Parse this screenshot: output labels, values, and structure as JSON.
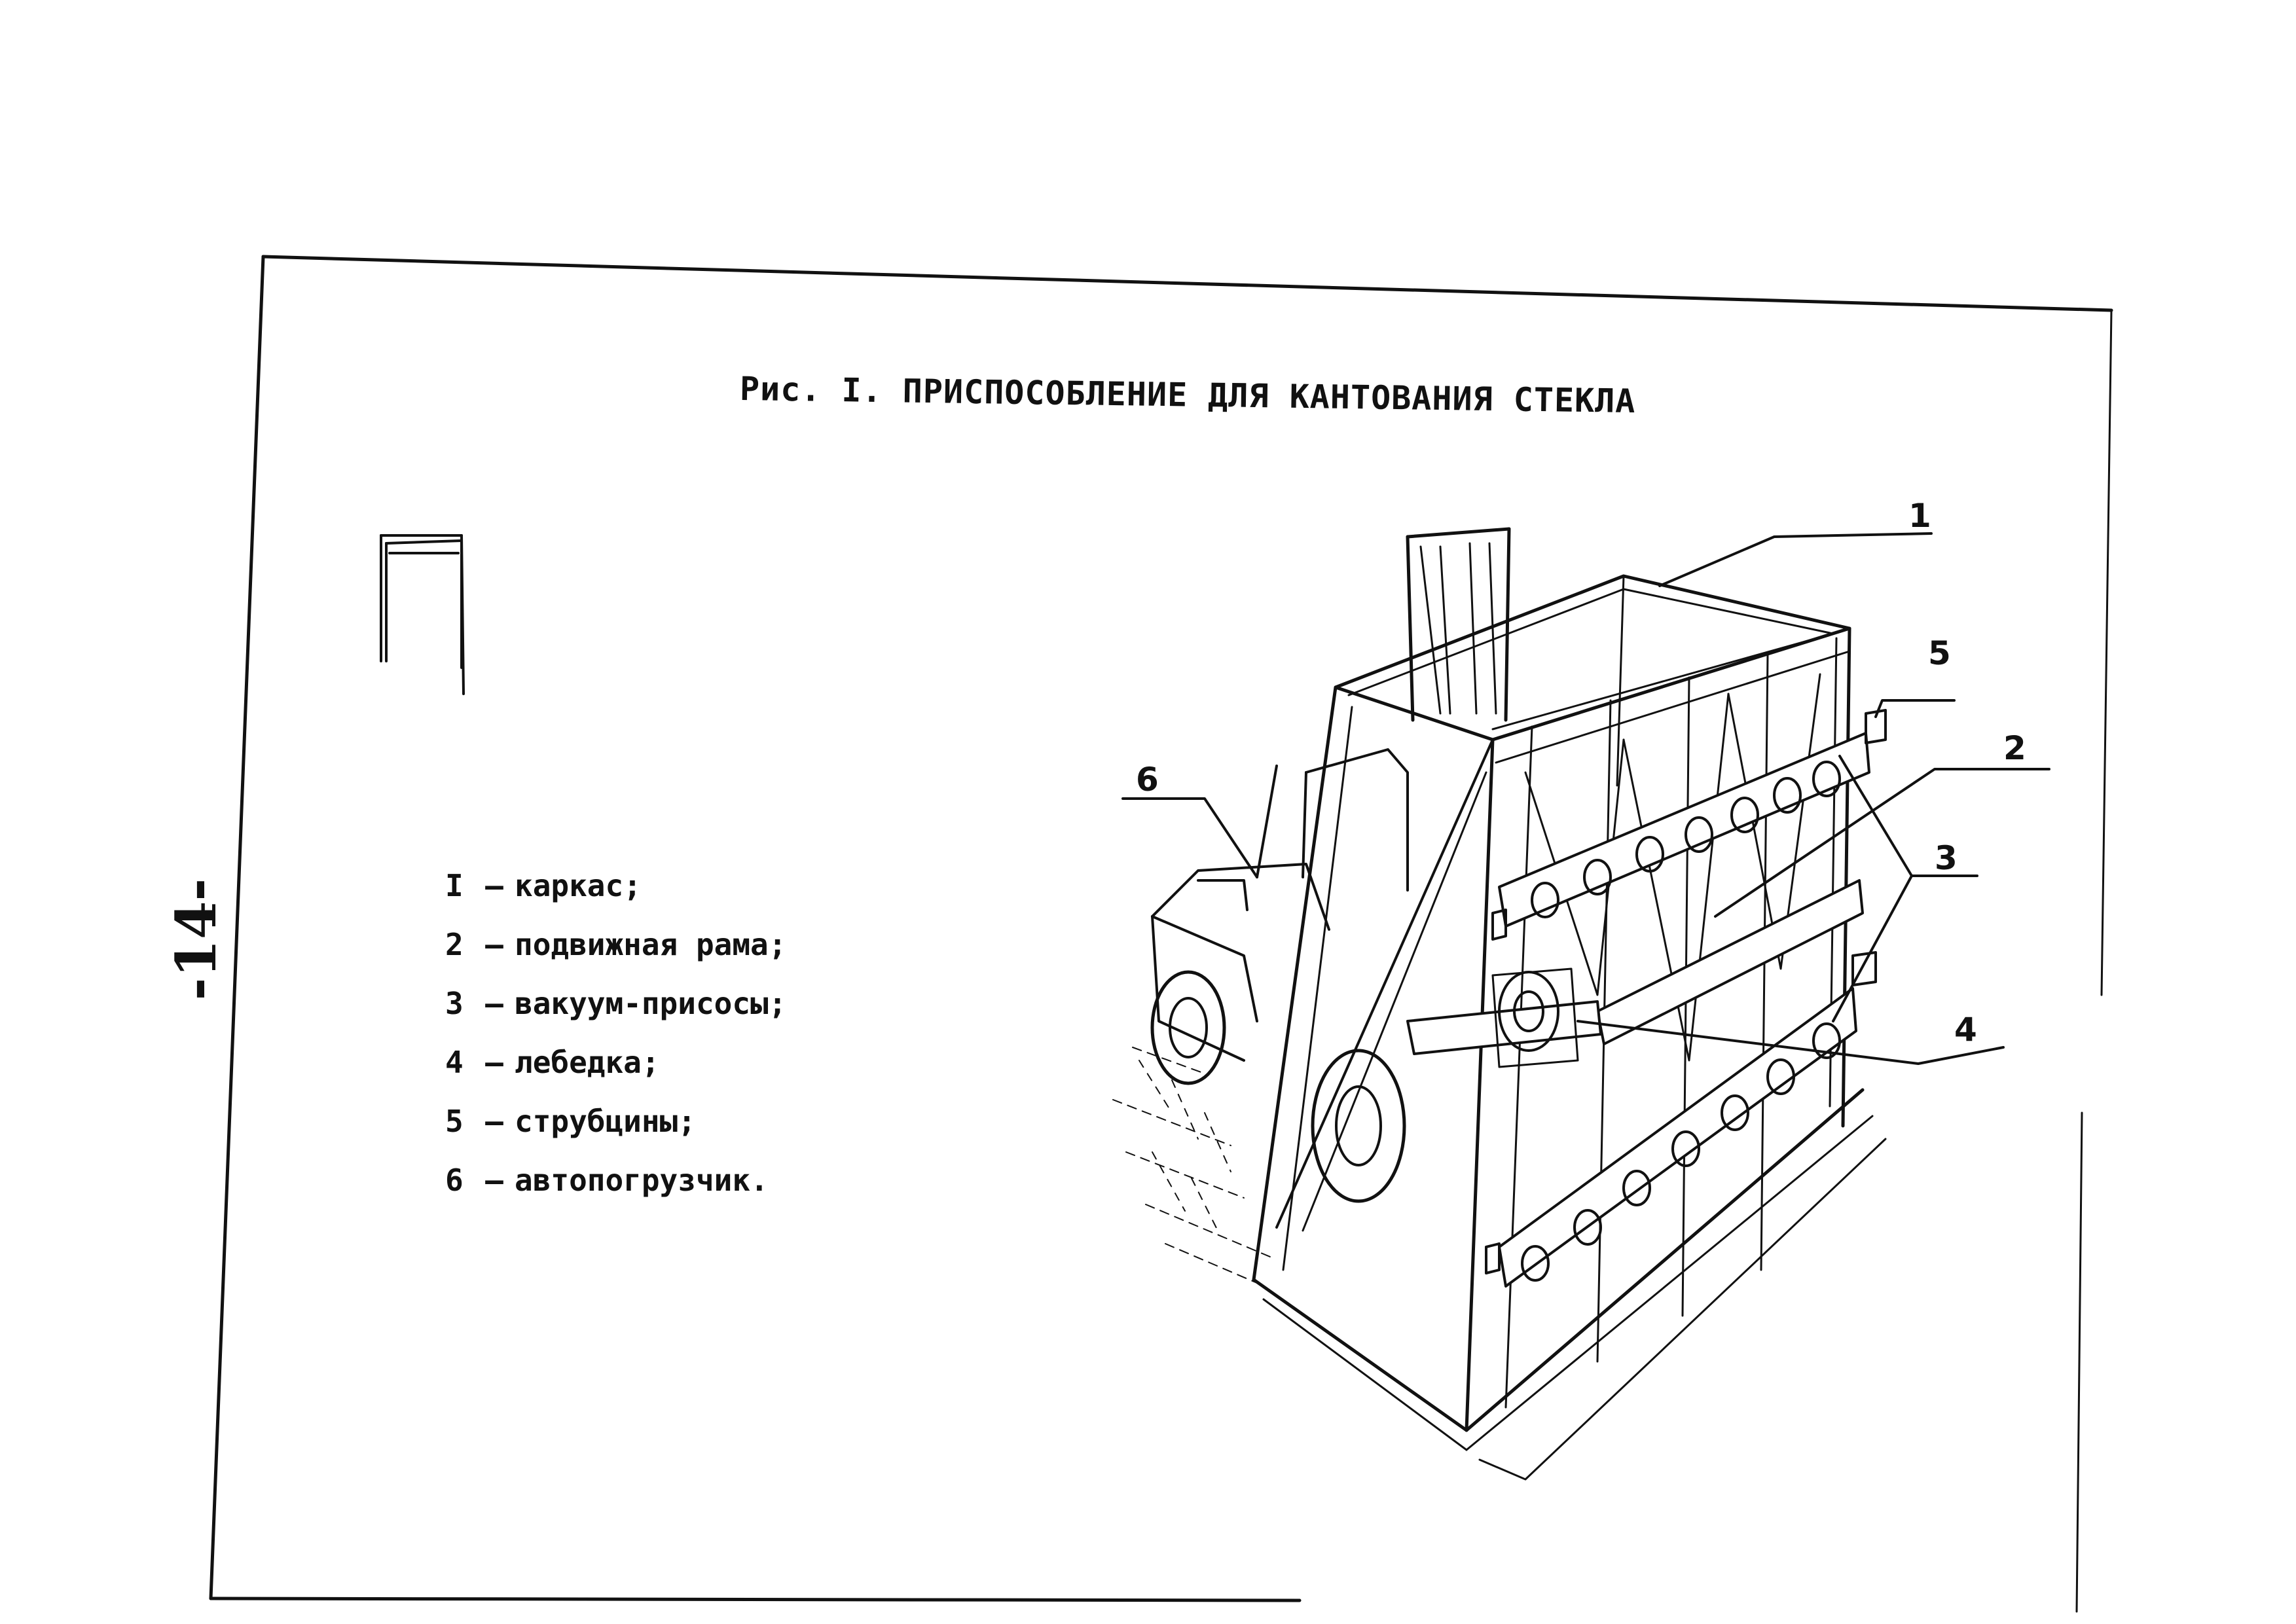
{
  "page_number": "-14-",
  "figure_title": "Рис. I. ПРИСПОСОБЛЕНИЕ ДЛЯ КАНТОВАНИЯ СТЕКЛА",
  "legend": [
    {
      "num": "I",
      "dash": "–",
      "text": "каркас;"
    },
    {
      "num": "2",
      "dash": "–",
      "text": "подвижная рама;"
    },
    {
      "num": "3",
      "dash": "–",
      "text": "вакуум-присосы;"
    },
    {
      "num": "4",
      "dash": "–",
      "text": "лебедка;"
    },
    {
      "num": "5",
      "dash": "–",
      "text": "струбцины;"
    },
    {
      "num": "6",
      "dash": "–",
      "text": "автопогрузчик."
    }
  ],
  "callouts": [
    "1",
    "2",
    "3",
    "4",
    "5",
    "6"
  ]
}
